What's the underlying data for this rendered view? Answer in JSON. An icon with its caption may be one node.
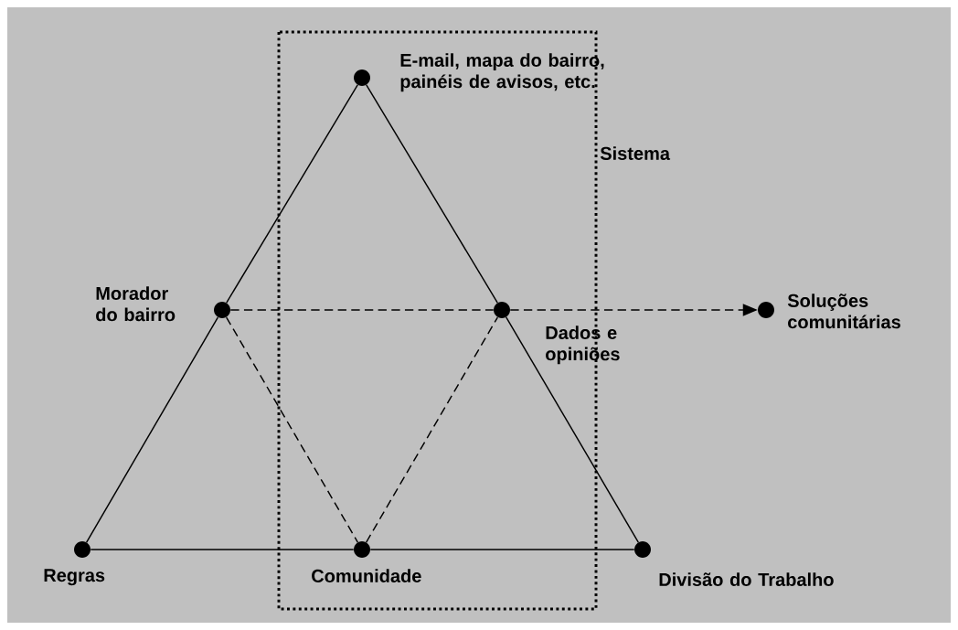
{
  "diagram": {
    "nodes": [
      {
        "text": [
          "Sistema"
        ]
      },
      {
        "text": [],
        "shape": "circle",
        "beside": [
          "E-mail, mapa do bairro, painéis de avisos, etc."
        ],
        "in": 0
      },
      {
        "text": [],
        "shape": "circle",
        "beside": [
          "Morador do bairro"
        ]
      },
      {
        "text": [],
        "shape": "circle",
        "beside": [
          "Dados e opiniões"
        ],
        "in": 0
      },
      {
        "text": [],
        "shape": "circle",
        "beside": [
          "Soluções comunitárias"
        ]
      },
      {
        "text": [],
        "shape": "circle",
        "beside": [
          "Regras"
        ]
      },
      {
        "text": [],
        "shape": "circle",
        "beside": [
          "Comunidade"
        ],
        "in": 0
      },
      {
        "text": [],
        "shape": "circle",
        "beside": [
          "Divisão do Trabalho"
        ]
      }
    ],
    "edges": [
      {
        "from": 1,
        "to": 2,
        "arrow": "none"
      },
      {
        "from": 2,
        "to": 5,
        "arrow": "none"
      },
      {
        "from": 1,
        "to": 3,
        "arrow": "none"
      },
      {
        "from": 3,
        "to": 7,
        "arrow": "none"
      },
      {
        "from": 5,
        "to": 6,
        "arrow": "none"
      },
      {
        "from": 6,
        "to": 7,
        "arrow": "none"
      },
      {
        "from": 2,
        "to": 3,
        "arrow": "none",
        "style": "dashed"
      },
      {
        "from": 3,
        "to": 4,
        "arrow": "to",
        "style": "dashed"
      },
      {
        "from": 2,
        "to": 6,
        "arrow": "none",
        "style": "dashed"
      },
      {
        "from": 6,
        "to": 3,
        "arrow": "none",
        "style": "dashed"
      }
    ]
  }
}
